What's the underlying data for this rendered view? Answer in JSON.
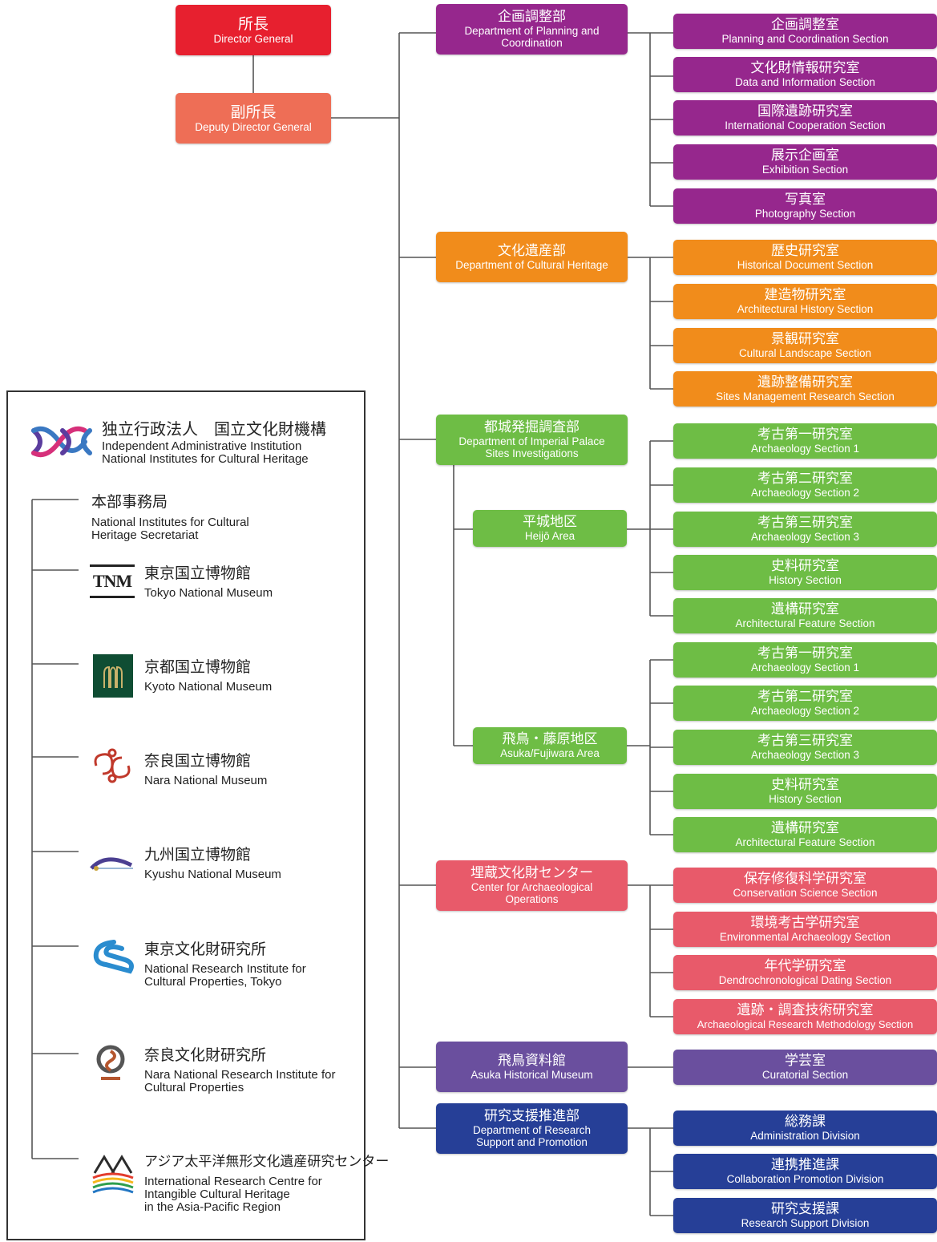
{
  "top": {
    "director": {
      "ja": "所長",
      "en": "Director General"
    },
    "deputy": {
      "ja": "副所長",
      "en": "Deputy Director General"
    }
  },
  "departments": {
    "planning": {
      "ja": "企画調整部",
      "en": "Department of Planning and Coordination",
      "sections": [
        {
          "ja": "企画調整室",
          "en": "Planning and Coordination Section"
        },
        {
          "ja": "文化財情報研究室",
          "en": "Data and Information Section"
        },
        {
          "ja": "国際遺跡研究室",
          "en": "International Cooperation Section"
        },
        {
          "ja": "展示企画室",
          "en": "Exhibition Section"
        },
        {
          "ja": "写真室",
          "en": "Photography Section"
        }
      ]
    },
    "heritage": {
      "ja": "文化遺産部",
      "en": "Department of Cultural Heritage",
      "sections": [
        {
          "ja": "歴史研究室",
          "en": "Historical Document Section"
        },
        {
          "ja": "建造物研究室",
          "en": "Architectural History Section"
        },
        {
          "ja": "景観研究室",
          "en": "Cultural Landscape Section"
        },
        {
          "ja": "遺跡整備研究室",
          "en": "Sites Management Research Section"
        }
      ]
    },
    "palace": {
      "ja": "都城発掘調査部",
      "en": "Department of Imperial Palace Sites Investigations",
      "areas": [
        {
          "ja": "平城地区",
          "en": "Heijō Area",
          "sections": [
            {
              "ja": "考古第一研究室",
              "en": "Archaeology Section 1"
            },
            {
              "ja": "考古第二研究室",
              "en": "Archaeology Section 2"
            },
            {
              "ja": "考古第三研究室",
              "en": "Archaeology Section 3"
            },
            {
              "ja": "史料研究室",
              "en": "History Section"
            },
            {
              "ja": "遺構研究室",
              "en": "Architectural Feature Section"
            }
          ]
        },
        {
          "ja": "飛鳥・藤原地区",
          "en": "Asuka/Fujiwara Area",
          "sections": [
            {
              "ja": "考古第一研究室",
              "en": "Archaeology Section 1"
            },
            {
              "ja": "考古第二研究室",
              "en": "Archaeology Section 2"
            },
            {
              "ja": "考古第三研究室",
              "en": "Archaeology Section 3"
            },
            {
              "ja": "史料研究室",
              "en": "History Section"
            },
            {
              "ja": "遺構研究室",
              "en": "Architectural Feature Section"
            }
          ]
        }
      ]
    },
    "center": {
      "ja": "埋蔵文化財センター",
      "en": "Center for Archaeological Operations",
      "sections": [
        {
          "ja": "保存修復科学研究室",
          "en": "Conservation Science Section"
        },
        {
          "ja": "環境考古学研究室",
          "en": "Environmental Archaeology Section"
        },
        {
          "ja": "年代学研究室",
          "en": "Dendrochronological Dating Section"
        },
        {
          "ja": "遺跡・調査技術研究室",
          "en": "Archaeological Research Methodology Section"
        }
      ]
    },
    "museum": {
      "ja": "飛鳥資料館",
      "en": "Asuka Historical Museum",
      "sections": [
        {
          "ja": "学芸室",
          "en": "Curatorial Section"
        }
      ]
    },
    "support": {
      "ja": "研究支援推進部",
      "en": "Department of Research Support and Promotion",
      "sections": [
        {
          "ja": "総務課",
          "en": "Administration Division"
        },
        {
          "ja": "連携推進課",
          "en": "Collaboration Promotion Division"
        },
        {
          "ja": "研究支援課",
          "en": "Research Support Division"
        }
      ]
    }
  },
  "panel": {
    "org": {
      "ja": "独立行政法人　国立文化財機構",
      "en1": "Independent Administrative Institution",
      "en2": "National Institutes for Cultural Heritage"
    },
    "members": [
      {
        "ja": "本部事務局",
        "en1": "National Institutes for Cultural",
        "en2": "Heritage Secretariat",
        "logo": "none"
      },
      {
        "ja": "東京国立博物館",
        "en1": "Tokyo National Museum",
        "en2": "",
        "logo": "tnm-logo",
        "logo_text": "TNM"
      },
      {
        "ja": "京都国立博物館",
        "en1": "Kyoto National Museum",
        "en2": "",
        "logo": "kyoto-museum-logo"
      },
      {
        "ja": "奈良国立博物館",
        "en1": "Nara National Museum",
        "en2": "",
        "logo": "nara-museum-logo"
      },
      {
        "ja": "九州国立博物館",
        "en1": "Kyushu National Museum",
        "en2": "",
        "logo": "kyushu-museum-logo"
      },
      {
        "ja": "東京文化財研究所",
        "en1": "National Research Institute for",
        "en2": "Cultural Properties, Tokyo",
        "logo": "tobunken-logo"
      },
      {
        "ja": "奈良文化財研究所",
        "en1": "Nara National Research Institute for",
        "en2": "Cultural Properties",
        "logo": "nabunken-logo"
      },
      {
        "ja": "アジア太平洋無形文化遺産研究センター",
        "en1": "International Research Centre for",
        "en2": "Intangible Cultural Heritage",
        "en3": "in the Asia-Pacific Region",
        "logo": "irci-logo"
      }
    ]
  },
  "colors": {
    "director": "#e7202f",
    "deputy": "#ee6e56",
    "planning": "#96278d",
    "heritage": "#f18c1b",
    "palace": "#6ebd45",
    "center": "#e85a6a",
    "museum": "#6a4f9e",
    "support": "#263f97",
    "line": "#555555"
  }
}
